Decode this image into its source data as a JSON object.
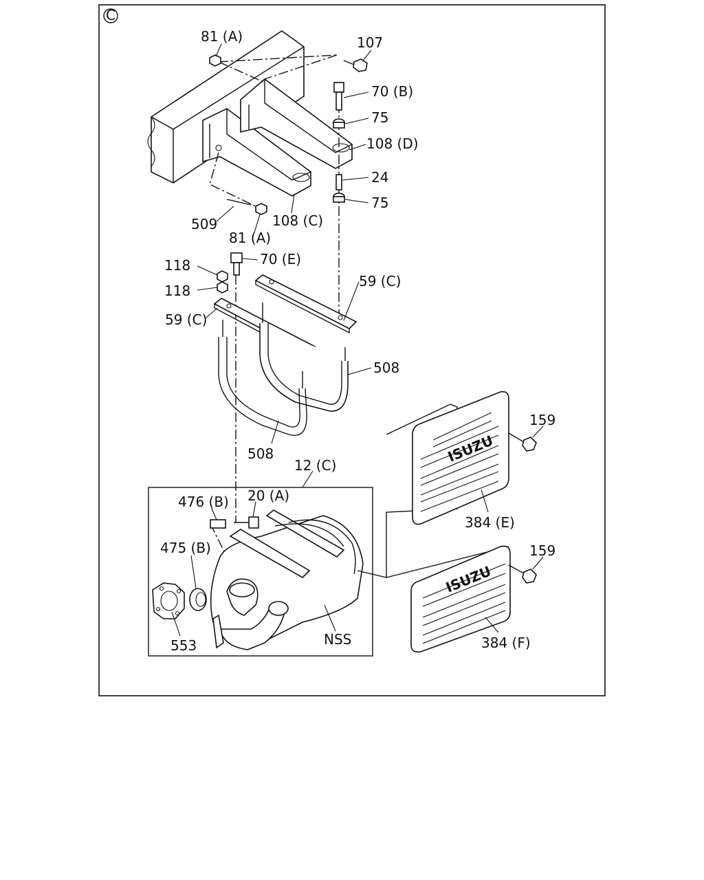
{
  "section_mark": "C",
  "brand": "ISUZU",
  "callouts": {
    "c81a_top": "81 (A)",
    "c107": "107",
    "c70b": "70 (B)",
    "c75_top": "75",
    "c108d": "108 (D)",
    "c24": "24",
    "c75_bottom": "75",
    "c509": "509",
    "c108c": "108 (C)",
    "c81a_bottom": "81 (A)",
    "c118_top": "118",
    "c70e": "70 (E)",
    "c118_bottom": "118",
    "c59c_right": "59 (C)",
    "c59c_left": "59 (C)",
    "c508_right": "508",
    "c508_left": "508",
    "c12c": "12 (C)",
    "c476b": "476 (B)",
    "c20a": "20 (A)",
    "c475b": "475 (B)",
    "c553": "553",
    "cnss": "NSS",
    "c159_top": "159",
    "c384e": "384 (E)",
    "c159_bottom": "159",
    "c384f": "384 (F)"
  }
}
